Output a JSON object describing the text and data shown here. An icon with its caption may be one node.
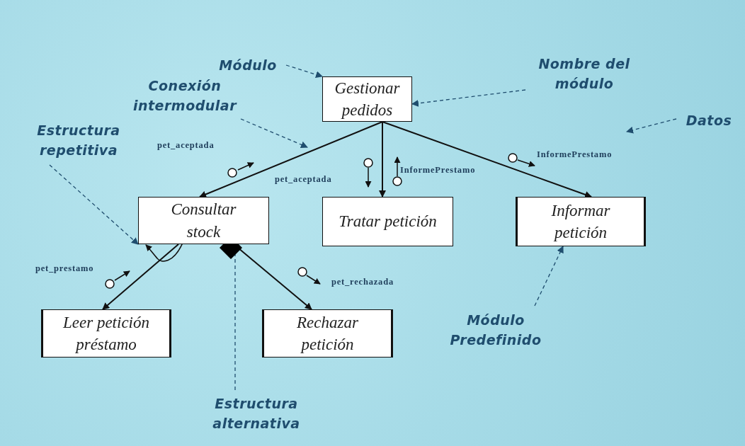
{
  "diagram": {
    "nodes": [
      {
        "text": [
          "Gestionar pedidos"
        ]
      },
      {
        "text": [
          "Consultar stock"
        ]
      },
      {
        "text": [
          "Tratar petición"
        ]
      },
      {
        "text": [
          "Informar petición"
        ]
      },
      {
        "text": [
          "Leer petición préstamo"
        ]
      },
      {
        "text": [
          "Rechazar petición"
        ]
      },
      {
        "text": [
          "Módulo"
        ]
      },
      {
        "text": [
          "Nombre del módulo"
        ]
      },
      {
        "text": [
          "Conexión intermodular"
        ]
      },
      {
        "text": [
          "Datos"
        ]
      },
      {
        "text": [
          "Estructura repetitiva"
        ]
      },
      {
        "text": [
          "Módulo Predefinido"
        ]
      },
      {
        "text": [
          "Estructura alternativa"
        ]
      }
    ],
    "edges": [
      {
        "from": 0,
        "to": 1,
        "arrow": "to",
        "color": "#111111"
      },
      {
        "from": 0,
        "to": 2,
        "arrow": "to",
        "color": "#111111"
      },
      {
        "from": 0,
        "to": 3,
        "arrow": "to",
        "color": "#111111"
      },
      {
        "from": 1,
        "to": 4,
        "arrow": "to",
        "color": "#111111"
      },
      {
        "from": 1,
        "to": 5,
        "arrow": "to",
        "color": "#111111"
      },
      {
        "from": 6,
        "to": 0,
        "arrow": "to",
        "style": "dashed"
      },
      {
        "from": 7,
        "to": 0,
        "arrow": "to",
        "style": "dashed"
      },
      {
        "from": 8,
        "to": null,
        "arrow": "to",
        "style": "dashed"
      },
      {
        "from": 9,
        "to": null,
        "arrow": "to",
        "style": "dashed"
      },
      {
        "from": 10,
        "to": 1,
        "arrow": "to",
        "style": "dashed"
      },
      {
        "from": 11,
        "to": 3,
        "arrow": "to",
        "style": "dashed"
      },
      {
        "from": 12,
        "to": 1,
        "arrow": "to",
        "style": "dashed"
      }
    ],
    "labels": [
      "pet_aceptada",
      "InformePrestamo",
      "InformePrestamo",
      "pet_aceptada",
      "pet_prestamo",
      "pet_rechazada"
    ]
  }
}
